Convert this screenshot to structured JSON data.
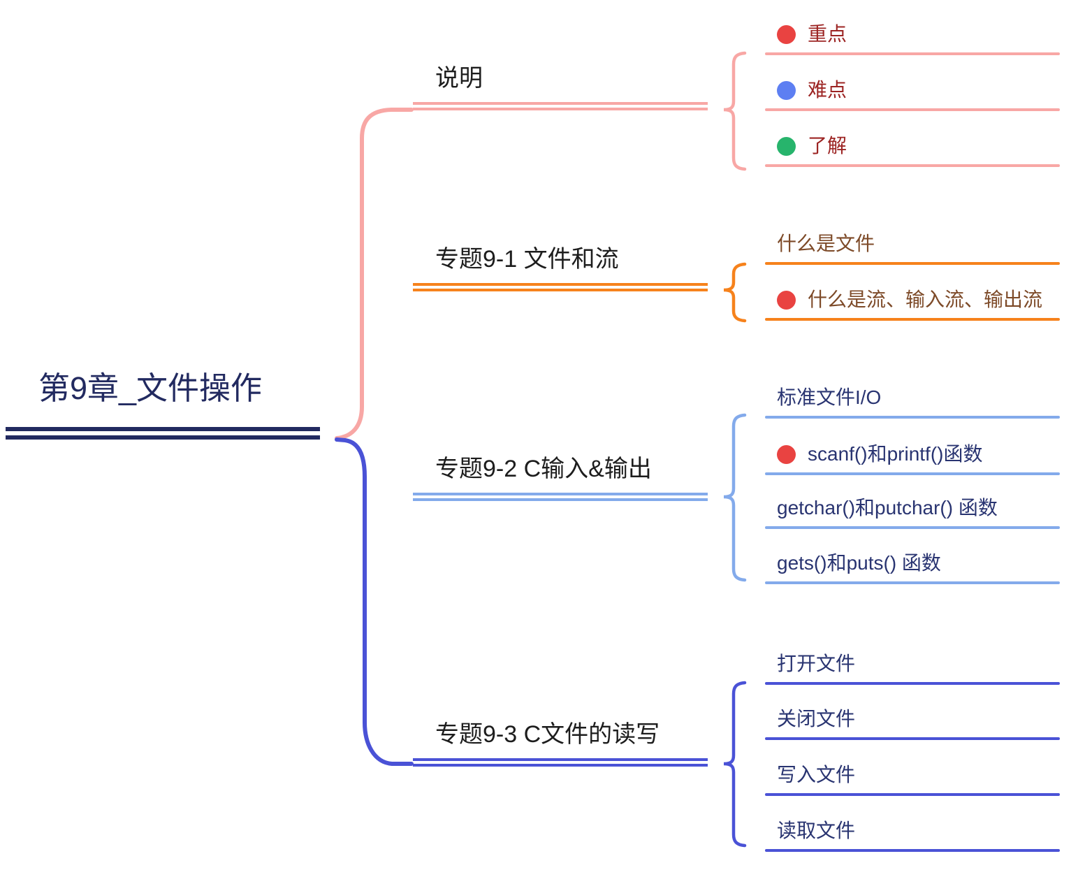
{
  "root": {
    "label": "第9章_文件操作",
    "color": "#222a60"
  },
  "branches": [
    {
      "label": "说明",
      "color": "#f8a7a5",
      "text_color": "#1d1d1d",
      "children": [
        {
          "label": "重点",
          "marker": "red-dot-icon",
          "marker_color": "#e94341",
          "text_color": "#9c2423"
        },
        {
          "label": "难点",
          "marker": "blue-dot-icon",
          "marker_color": "#5d7ff2",
          "text_color": "#9c2423"
        },
        {
          "label": "了解",
          "marker": "green-dot-icon",
          "marker_color": "#27b46c",
          "text_color": "#9c2423"
        }
      ]
    },
    {
      "label": "专题9-1 文件和流",
      "color": "#f6821c",
      "text_color": "#1d1d1d",
      "children": [
        {
          "label": "什么是文件",
          "text_color": "#7d4a28"
        },
        {
          "label": "什么是流、输入流、输出流",
          "marker": "red-dot-icon",
          "marker_color": "#e94341",
          "text_color": "#7d4a28"
        }
      ]
    },
    {
      "label": "专题9-2 C输入&输出",
      "color": "#83aaeb",
      "text_color": "#1d1d1d",
      "children": [
        {
          "label": "标准文件I/O",
          "text_color": "#293471"
        },
        {
          "label": "scanf()和printf()函数",
          "marker": "red-dot-icon",
          "marker_color": "#e94341",
          "text_color": "#293471"
        },
        {
          "label": "getchar()和putchar() 函数",
          "text_color": "#293471"
        },
        {
          "label": "gets()和puts() 函数",
          "text_color": "#293471"
        }
      ]
    },
    {
      "label": "专题9-3 C文件的读写",
      "color": "#4a52d6",
      "text_color": "#1d1d1d",
      "children": [
        {
          "label": "打开文件",
          "text_color": "#293471"
        },
        {
          "label": "关闭文件",
          "text_color": "#293471"
        },
        {
          "label": "写入文件",
          "text_color": "#293471"
        },
        {
          "label": "读取文件",
          "text_color": "#293471"
        }
      ]
    }
  ]
}
